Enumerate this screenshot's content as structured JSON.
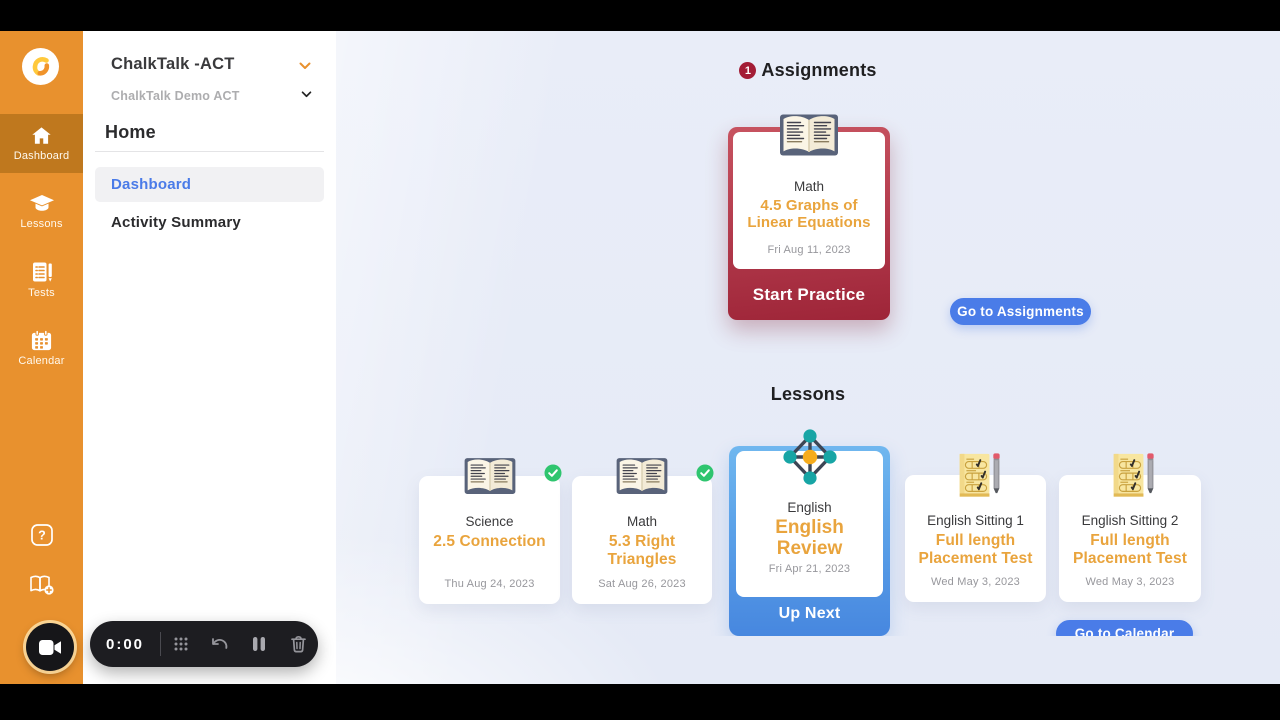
{
  "colors": {
    "rail_orange": "#E8912E",
    "rail_selected_orange": "#BF781E",
    "accent_blue": "#4A7CE8",
    "crimson": "#A31D36",
    "lesson_orange_text": "#E9A43D",
    "green_check": "#2FC56F",
    "teal_node": "#17A5A5",
    "main_background": "#E8ECF7"
  },
  "icon_rail": {
    "logo_icon": "chalktalk-logo",
    "items": [
      {
        "label": "Dashboard",
        "icon": "home-icon",
        "selected": true
      },
      {
        "label": "Lessons",
        "icon": "graduation-cap-icon",
        "selected": false
      },
      {
        "label": "Tests",
        "icon": "test-list-icon",
        "selected": false
      },
      {
        "label": "Calendar",
        "icon": "calendar-icon",
        "selected": false
      }
    ],
    "footer_icons": [
      "help-icon",
      "book-add-icon"
    ],
    "record_button_icon": "video-camera-icon"
  },
  "menu_sidebar": {
    "org_title": "ChalkTalk -ACT",
    "org_title_chevron": "chevron-down-icon",
    "org_subtitle": "ChalkTalk Demo ACT",
    "org_subtitle_chevron": "chevron-down-icon",
    "section_title": "Home",
    "items": [
      {
        "label": "Dashboard",
        "selected": true
      },
      {
        "label": "Activity Summary",
        "selected": false
      }
    ]
  },
  "recorder": {
    "time": "0:00",
    "icons": [
      "drag-dots-icon",
      "undo-icon",
      "pause-icon",
      "trash-icon"
    ]
  },
  "assignments": {
    "badge_count": "1",
    "title": "Assignments",
    "card": {
      "icon": "open-book-icon",
      "subject": "Math",
      "name": "4.5 Graphs of Linear Equations",
      "date": "Fri Aug 11, 2023",
      "cta": "Start Practice"
    },
    "go_button": "Go to Assignments"
  },
  "lessons": {
    "title": "Lessons",
    "cards": [
      {
        "subject": "Science",
        "name": "2.5 Connection",
        "date": "Thu Aug 24, 2023",
        "icon": "open-book-icon",
        "completed": true
      },
      {
        "subject": "Math",
        "name": "5.3 Right Triangles",
        "date": "Sat Aug 26, 2023",
        "icon": "open-book-icon",
        "completed": true
      },
      {
        "subject": "English",
        "name": "English Review",
        "date": "Fri Apr 21, 2023",
        "icon": "network-icon",
        "up_next": true,
        "footer": "Up Next"
      },
      {
        "subject": "English Sitting 1",
        "name": "Full length Placement Test",
        "date": "Wed May 3, 2023",
        "icon": "test-sheet-icon",
        "completed": false
      },
      {
        "subject": "English Sitting 2",
        "name": "Full length Placement Test",
        "date": "Wed May 3, 2023",
        "icon": "test-sheet-icon",
        "completed": false
      }
    ],
    "go_button": "Go to Calendar"
  }
}
